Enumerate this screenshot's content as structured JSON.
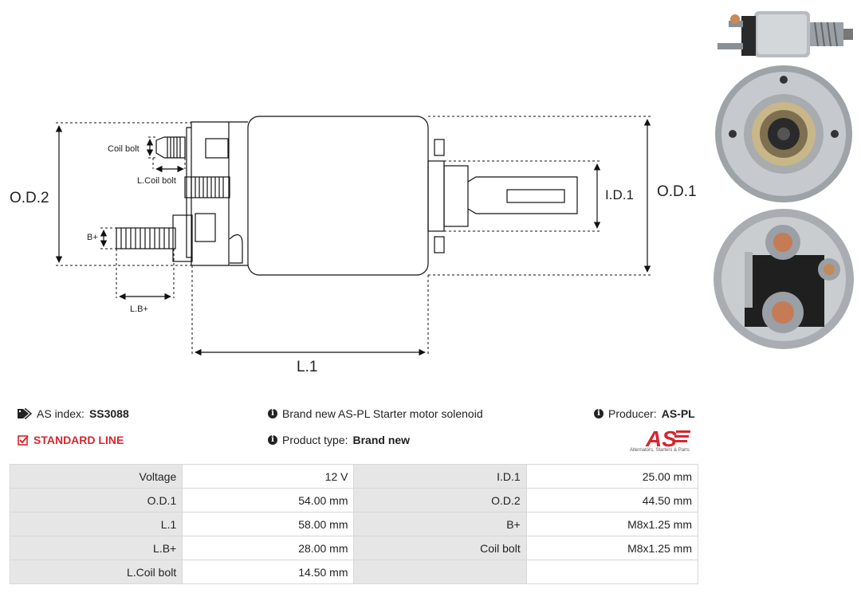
{
  "diagram": {
    "labels": {
      "od2": "O.D.2",
      "od1": "O.D.1",
      "id1": "I.D.1",
      "l1": "L.1",
      "coil_bolt": "Coil bolt",
      "l_coil_bolt": "L.Coil bolt",
      "b_plus": "B+",
      "l_b_plus": "L.B+"
    }
  },
  "info": {
    "index_label": "AS index:",
    "index_value": "SS3088",
    "line": "STANDARD LINE",
    "description": "Brand new AS-PL Starter motor solenoid",
    "type_label": "Product type:",
    "type_value": "Brand new",
    "producer_label": "Producer:",
    "producer_value": "AS-PL"
  },
  "logo": {
    "text": "AS",
    "tagline": "Alternators, Starters & Parts",
    "color": "#d6262f"
  },
  "specs": [
    [
      {
        "label": "Voltage",
        "value": "12 V"
      },
      {
        "label": "I.D.1",
        "value": "25.00 mm"
      }
    ],
    [
      {
        "label": "O.D.1",
        "value": "54.00 mm"
      },
      {
        "label": "O.D.2",
        "value": "44.50 mm"
      }
    ],
    [
      {
        "label": "L.1",
        "value": "58.00 mm"
      },
      {
        "label": "B+",
        "value": "M8x1.25 mm"
      }
    ],
    [
      {
        "label": "L.B+",
        "value": "28.00 mm"
      },
      {
        "label": "Coil bolt",
        "value": "M8x1.25 mm"
      }
    ],
    [
      {
        "label": "L.Coil bolt",
        "value": "14.50 mm"
      },
      {
        "label": "",
        "value": ""
      }
    ]
  ]
}
